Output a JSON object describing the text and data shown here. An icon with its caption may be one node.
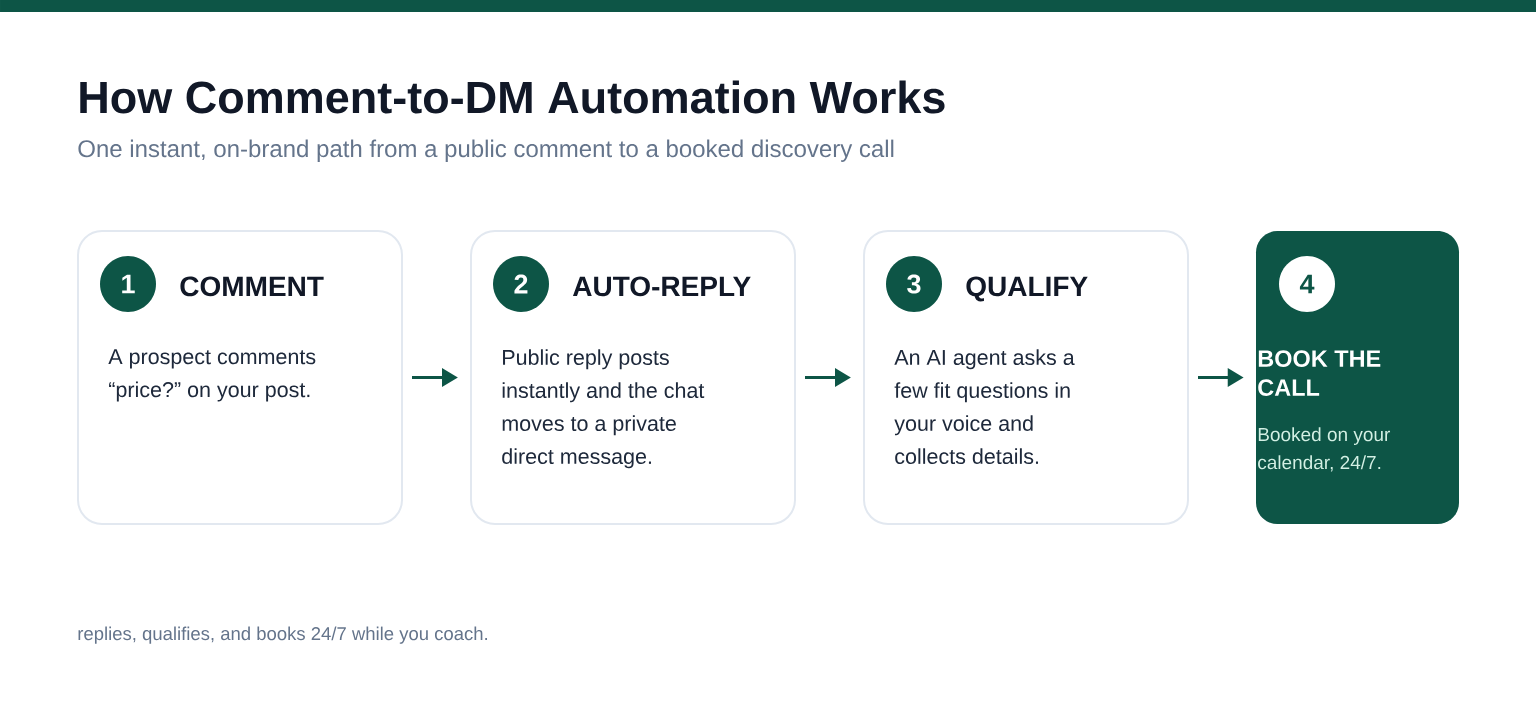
{
  "diagram": {
    "title": "How Comment-to-DM Automation Works",
    "caption": "replies, qualifies, and books 24/7 while you coach.",
    "nodes": [
      {
        "text": [
          "COMMENT",
          "A prospect comments “price?” on your post."
        ]
      },
      {
        "text": [
          "1"
        ],
        "in": 0
      },
      {
        "text": [
          "AUTO-REPLY",
          "Public reply posts instantly and the chat moves to a private direct message."
        ]
      },
      {
        "text": [
          "2"
        ],
        "in": 2
      },
      {
        "text": [
          "QUALIFY",
          "An AI agent asks a few fit questions in your voice and collects details."
        ]
      },
      {
        "text": [
          "3"
        ],
        "in": 4
      },
      {
        "text": [
          "BOOK THE CALL",
          "Booked on your calendar, 24/7."
        ]
      },
      {
        "text": [
          "4"
        ],
        "in": 6
      }
    ],
    "edges": [
      {
        "from": 0,
        "to": 2,
        "arrow": "to"
      },
      {
        "from": 2,
        "to": 4,
        "arrow": "to"
      },
      {
        "from": 4,
        "to": 6,
        "arrow": "to"
      }
    ],
    "labels": [
      "One instant, on-brand path from a public comment to a booked discovery call"
    ]
  }
}
